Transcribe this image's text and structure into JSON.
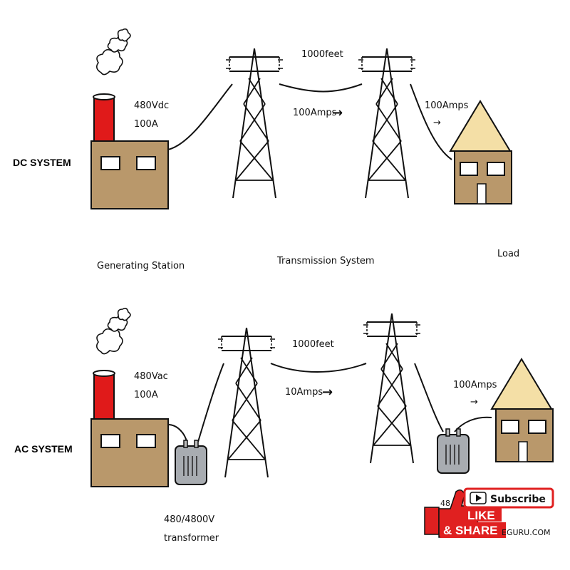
{
  "colors": {
    "building": "#b9986b",
    "chimney": "#e01a1a",
    "roof": "#f4dfa6",
    "transformer": "#a8acb1",
    "badge_red": "#e02020",
    "line": "#111111"
  },
  "dc": {
    "system_label": "DC SYSTEM",
    "source_voltage": "480Vdc",
    "source_current": "100A",
    "distance": "1000feet",
    "line_current": "100Amps",
    "load_current": "100Amps",
    "arrow": "→"
  },
  "captions": {
    "generating": "Generating Station",
    "transmission": "Transmission System",
    "load": "Load"
  },
  "ac": {
    "system_label": "AC SYSTEM",
    "source_voltage": "480Vac",
    "source_current": "100A",
    "distance": "1000feet",
    "line_current": "10Amps",
    "load_current": "100Amps",
    "arrow": "→",
    "transformer_line1": "480/4800V",
    "transformer_line2": "transformer"
  },
  "badge": {
    "subscribe": "Subscribe",
    "like": "LIKE",
    "share": "& SHARE",
    "site": "EGURU.COM",
    "behind_text": "48"
  },
  "icons": [
    "smoke-cloud-icon",
    "thumbs-up-icon",
    "play-button-icon"
  ]
}
